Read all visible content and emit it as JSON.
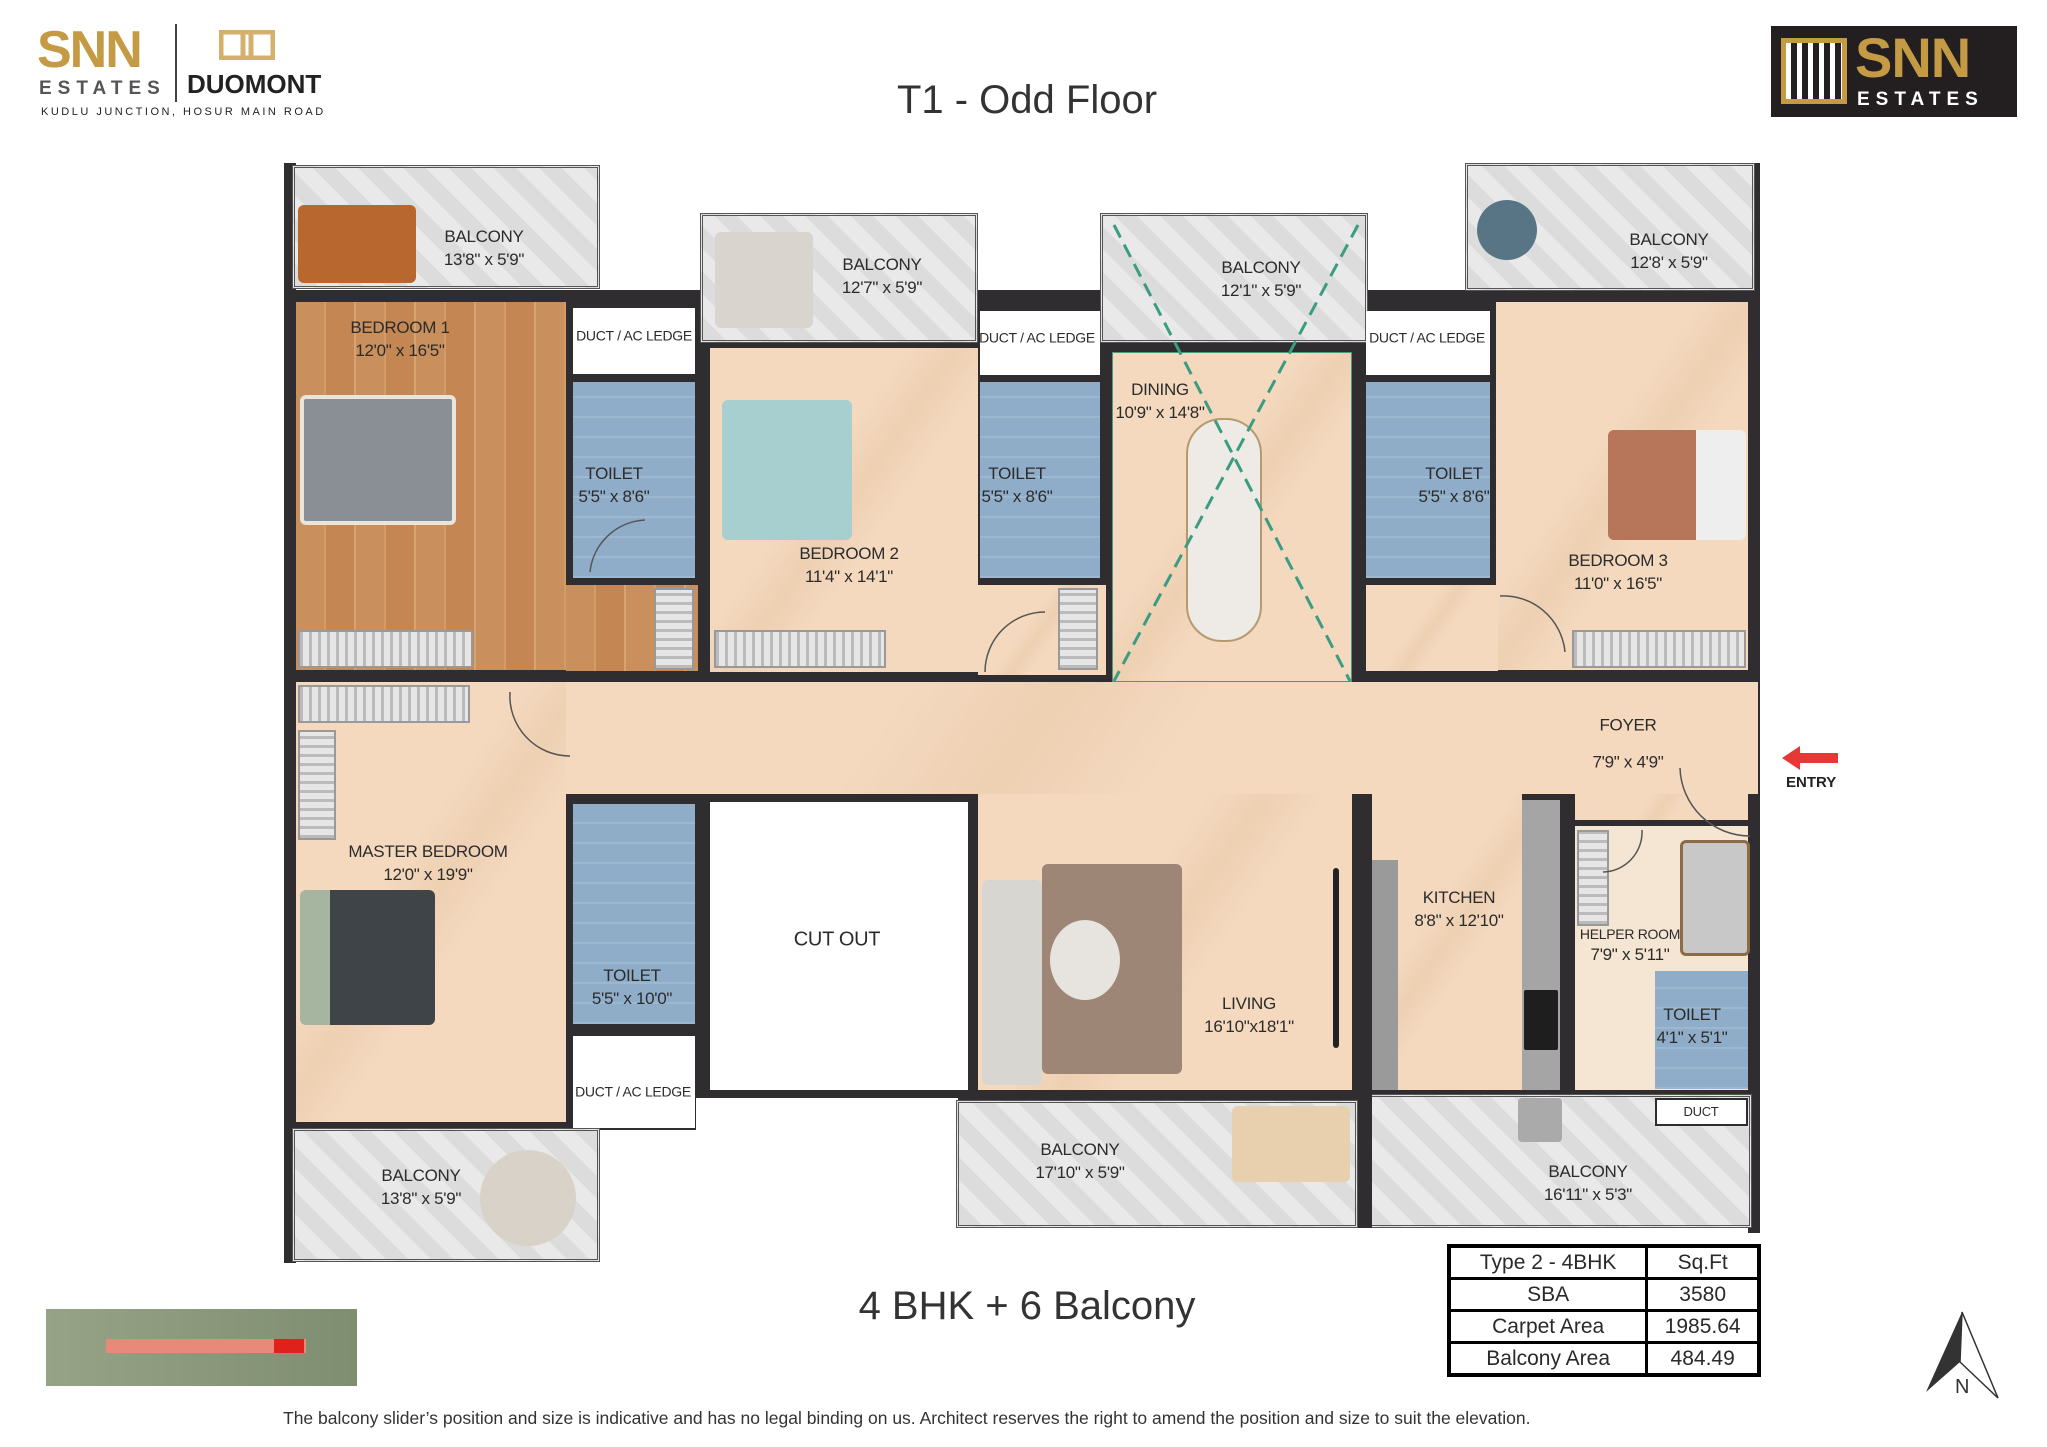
{
  "header": {
    "brand_left": "SNN",
    "brand_left_sub": "ESTATES",
    "project": "DUOMONT",
    "location": "KUDLU JUNCTION, HOSUR MAIN ROAD",
    "title": "T1 - Odd Floor",
    "brand_right": "SNN",
    "brand_right_sub": "ESTATES",
    "gold": "#c49a45"
  },
  "rooms": {
    "balcony_b1": {
      "name": "BALCONY",
      "dim": "13'8\" x 5'9\""
    },
    "bedroom1": {
      "name": "BEDROOM 1",
      "dim": "12'0\" x 16'5\""
    },
    "duct1": {
      "name": "DUCT / AC LEDGE"
    },
    "toilet1": {
      "name": "TOILET",
      "dim": "5'5\" x 8'6\""
    },
    "balcony_b2": {
      "name": "BALCONY",
      "dim": "12'7\" x 5'9\""
    },
    "bedroom2": {
      "name": "BEDROOM 2",
      "dim": "11'4\" x 14'1\""
    },
    "duct2": {
      "name": "DUCT / AC LEDGE"
    },
    "toilet2": {
      "name": "TOILET",
      "dim": "5'5\" x 8'6\""
    },
    "balcony_dining": {
      "name": "BALCONY",
      "dim": "12'1\" x 5'9\""
    },
    "dining": {
      "name": "DINING",
      "dim": "10'9\" x 14'8\""
    },
    "duct3": {
      "name": "DUCT / AC LEDGE"
    },
    "toilet3": {
      "name": "TOILET",
      "dim": "5'5\" x 8'6\""
    },
    "balcony_b3": {
      "name": "BALCONY",
      "dim": "12'8' x 5'9\""
    },
    "bedroom3": {
      "name": "BEDROOM 3",
      "dim": "11'0\" x 16'5\""
    },
    "foyer": {
      "name": "FOYER",
      "dim": "7'9\" x 4'9\""
    },
    "master": {
      "name": "MASTER BEDROOM",
      "dim": "12'0\" x 19'9\""
    },
    "toilet_master": {
      "name": "TOILET",
      "dim": "5'5\" x 10'0\""
    },
    "duct_master": {
      "name": "DUCT / AC LEDGE"
    },
    "cutout": {
      "name": "CUT OUT"
    },
    "living": {
      "name": "LIVING",
      "dim": "16'10\"x18'1\""
    },
    "kitchen": {
      "name": "KITCHEN",
      "dim": "8'8\" x 12'10\""
    },
    "helper": {
      "name": "HELPER ROOM",
      "dim": "7'9\" x 5'11\""
    },
    "toilet_helper": {
      "name": "TOILET",
      "dim": "4'1\" x 5'1\""
    },
    "duct_helper": {
      "name": "DUCT"
    },
    "balcony_master": {
      "name": "BALCONY",
      "dim": "13'8\" x 5'9\""
    },
    "balcony_living": {
      "name": "BALCONY",
      "dim": "17'10\" x 5'9\""
    },
    "balcony_kitchen": {
      "name": "BALCONY",
      "dim": "16'11\" x 5'3\""
    }
  },
  "entry": {
    "label": "ENTRY",
    "arrow_color": "#e53935"
  },
  "config_label": "4 BHK + 6 Balcony",
  "area_table": {
    "header": [
      "Type 2 - 4BHK",
      "Sq.Ft"
    ],
    "rows": [
      [
        "SBA",
        "3580"
      ],
      [
        "Carpet Area",
        "1985.64"
      ],
      [
        "Balcony Area",
        "484.49"
      ]
    ]
  },
  "north_label": "N",
  "disclaimer": "The balcony slider’s position and size is indicative and has no legal binding on us. Architect reserves the right to amend the position and size to suit the elevation."
}
